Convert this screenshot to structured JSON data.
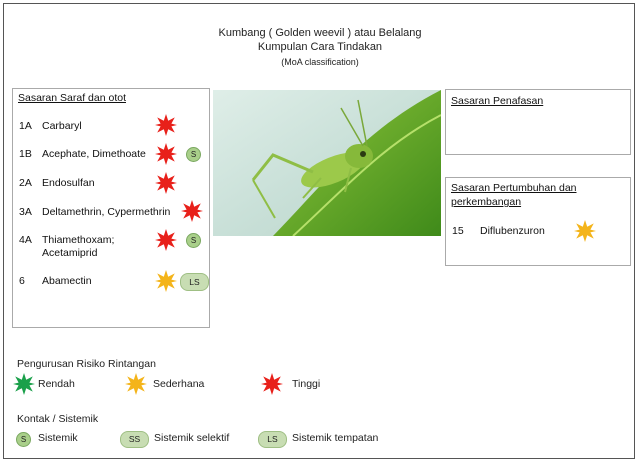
{
  "header": {
    "title_line1": "Kumbang   ( Golden weevil ) atau Belalang",
    "title_line2": "Kumpulan Cara Tindakan",
    "title_line3": "(MoA classification)"
  },
  "nervous_panel": {
    "heading": "Sasaran Saraf dan otot",
    "items": [
      {
        "code": "1A",
        "name": "Carbaryl",
        "risk": "Tinggi"
      },
      {
        "code": "1B",
        "name": "Acephate, Dimethoate",
        "risk": "Tinggi",
        "badge": "S"
      },
      {
        "code": "2A",
        "name": "Endosulfan",
        "risk": "Tinggi"
      },
      {
        "code": "3A",
        "name": "Deltamethrin, Cypermethrin",
        "risk": "Tinggi"
      },
      {
        "code": "4A",
        "name": "Thiamethoxam;",
        "name2": "Acetamiprid",
        "risk": "Tinggi",
        "badge": "S"
      },
      {
        "code": "6",
        "name": "Abamectin",
        "risk": "Sederhana",
        "badge": "LS"
      }
    ]
  },
  "respiration_panel": {
    "heading": "Sasaran Penafasan"
  },
  "growth_panel": {
    "heading_line1": "Sasaran Pertumbuhan dan",
    "heading_line2": "perkembangan",
    "items": [
      {
        "code": "15",
        "name": "Diflubenzuron",
        "risk": "Sederhana"
      }
    ]
  },
  "risk_legend": {
    "heading": "Pengurusan Risiko Rintangan",
    "low": "Rendah",
    "medium": "Sederhana",
    "high": "Tinggi"
  },
  "contact_legend": {
    "heading": "Kontak / Sistemik",
    "systemic_badge": "S",
    "systemic": "Sistemik",
    "selective_badge": "SS",
    "selective": "Sistemik selektif",
    "local_badge": "LS",
    "local": "Sistemik tempatan"
  },
  "colors": {
    "high": "#e8201a",
    "medium": "#f4b41a",
    "low": "#1aa04a",
    "badge": "#a9cf8a"
  }
}
